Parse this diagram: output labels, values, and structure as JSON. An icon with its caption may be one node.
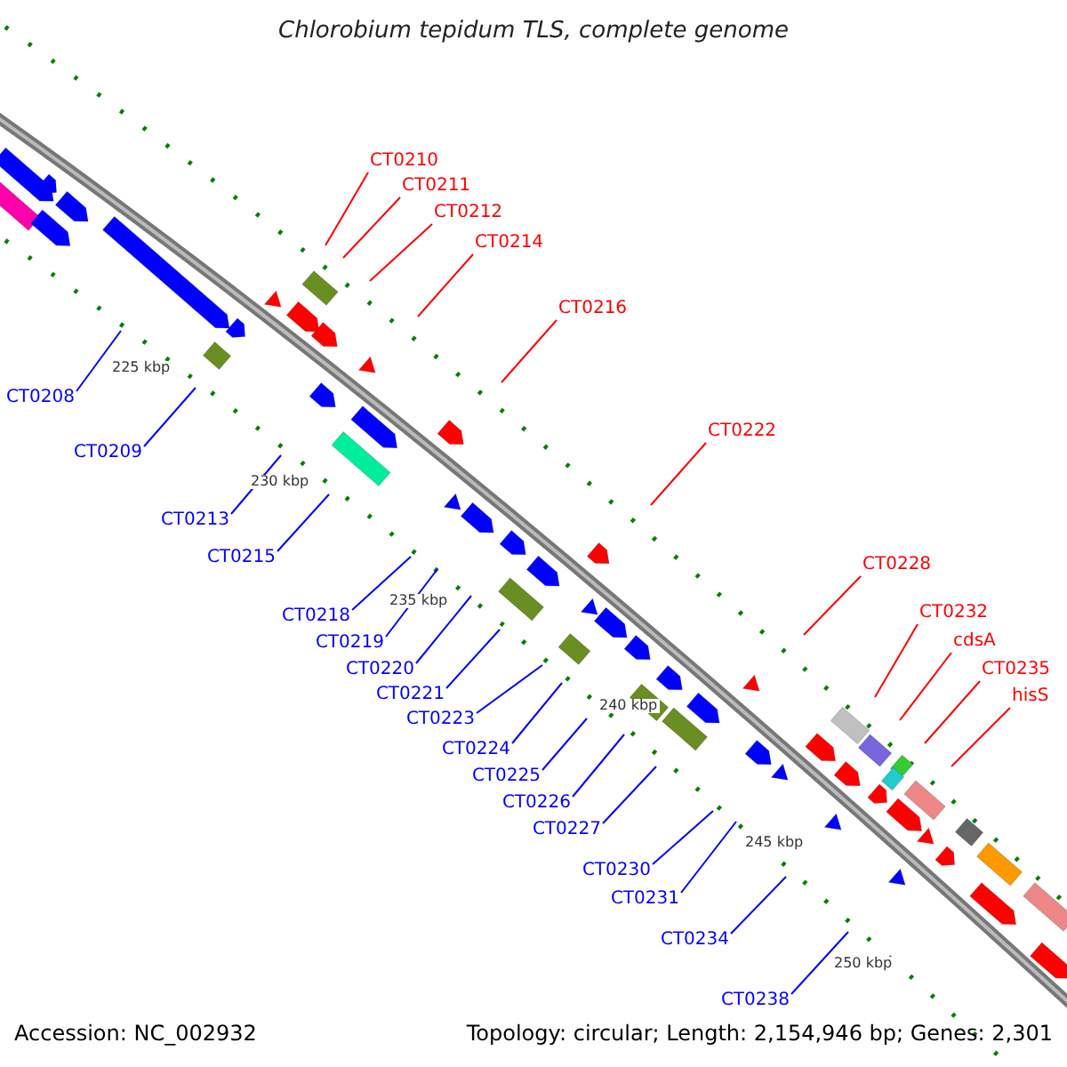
{
  "diagram": {
    "title": "Chlorobium tepidum TLS, complete genome",
    "nodes": [
      {
        "text": [
          "CT0210"
        ]
      },
      {
        "text": [
          "CT0211"
        ]
      },
      {
        "text": [
          "CT0212"
        ]
      },
      {
        "text": [
          "CT0214"
        ]
      },
      {
        "text": [
          "CT0216"
        ]
      },
      {
        "text": [
          "CT0222"
        ]
      },
      {
        "text": [
          "CT0228"
        ]
      },
      {
        "text": [
          "CT0232"
        ]
      },
      {
        "text": [
          "cdsA"
        ]
      },
      {
        "text": [
          "CT0235"
        ]
      },
      {
        "text": [
          "hisS"
        ]
      },
      {
        "text": [
          "CT0208"
        ]
      },
      {
        "text": [
          "CT0209"
        ]
      },
      {
        "text": [
          "CT0213"
        ]
      },
      {
        "text": [
          "CT0215"
        ]
      },
      {
        "text": [
          "CT0218"
        ]
      },
      {
        "text": [
          "CT0219"
        ]
      },
      {
        "text": [
          "CT0220"
        ]
      },
      {
        "text": [
          "CT0221"
        ]
      },
      {
        "text": [
          "CT0223"
        ]
      },
      {
        "text": [
          "CT0224"
        ]
      },
      {
        "text": [
          "CT0225"
        ]
      },
      {
        "text": [
          "CT0226"
        ]
      },
      {
        "text": [
          "CT0227"
        ]
      },
      {
        "text": [
          "CT0230"
        ]
      },
      {
        "text": [
          "CT0231"
        ]
      },
      {
        "text": [
          "CT0234"
        ]
      },
      {
        "text": [
          "CT0238"
        ]
      }
    ],
    "edges": [
      {
        "from": 0,
        "to": null,
        "arrow": "none",
        "color": "#ff0000"
      },
      {
        "from": 1,
        "to": null,
        "arrow": "none",
        "color": "#ff0000"
      },
      {
        "from": 2,
        "to": null,
        "arrow": "none",
        "color": "#ff0000"
      },
      {
        "from": 3,
        "to": null,
        "arrow": "none",
        "color": "#ff0000"
      },
      {
        "from": 4,
        "to": null,
        "arrow": "none",
        "color": "#ff0000"
      },
      {
        "from": 5,
        "to": null,
        "arrow": "none",
        "color": "#ff0000"
      },
      {
        "from": 6,
        "to": null,
        "arrow": "none",
        "color": "#ff0000"
      },
      {
        "from": 7,
        "to": null,
        "arrow": "none",
        "color": "#ff0000"
      },
      {
        "from": 8,
        "to": null,
        "arrow": "none",
        "color": "#ff0000"
      },
      {
        "from": 9,
        "to": null,
        "arrow": "none",
        "color": "#ff0000"
      },
      {
        "from": 10,
        "to": null,
        "arrow": "none",
        "color": "#ff0000"
      },
      {
        "from": 11,
        "to": null,
        "arrow": "none"
      },
      {
        "from": 12,
        "to": null,
        "arrow": "none"
      },
      {
        "from": 13,
        "to": null,
        "arrow": "none"
      },
      {
        "from": 14,
        "to": null,
        "arrow": "none"
      },
      {
        "from": 15,
        "to": null,
        "arrow": "none"
      },
      {
        "from": 16,
        "to": null,
        "arrow": "none"
      },
      {
        "from": 17,
        "to": null,
        "arrow": "none"
      },
      {
        "from": 18,
        "to": null,
        "arrow": "none"
      },
      {
        "from": 19,
        "to": null,
        "arrow": "none"
      },
      {
        "from": 20,
        "to": null,
        "arrow": "none"
      },
      {
        "from": 21,
        "to": null,
        "arrow": "none"
      },
      {
        "from": 22,
        "to": null,
        "arrow": "none"
      },
      {
        "from": 23,
        "to": null,
        "arrow": "none"
      },
      {
        "from": 24,
        "to": null,
        "arrow": "none"
      },
      {
        "from": 25,
        "to": null,
        "arrow": "none"
      },
      {
        "from": 26,
        "to": null,
        "arrow": "none"
      },
      {
        "from": 27,
        "to": null,
        "arrow": "none"
      }
    ],
    "labels": [
      "225 kbp",
      "230 kbp",
      "235 kbp",
      "240 kbp",
      "245 kbp",
      "250 kbp",
      "Accession: NC_002932",
      "Topology: circular; Length: 2,154,946 bp; Genes: 2,301"
    ]
  }
}
